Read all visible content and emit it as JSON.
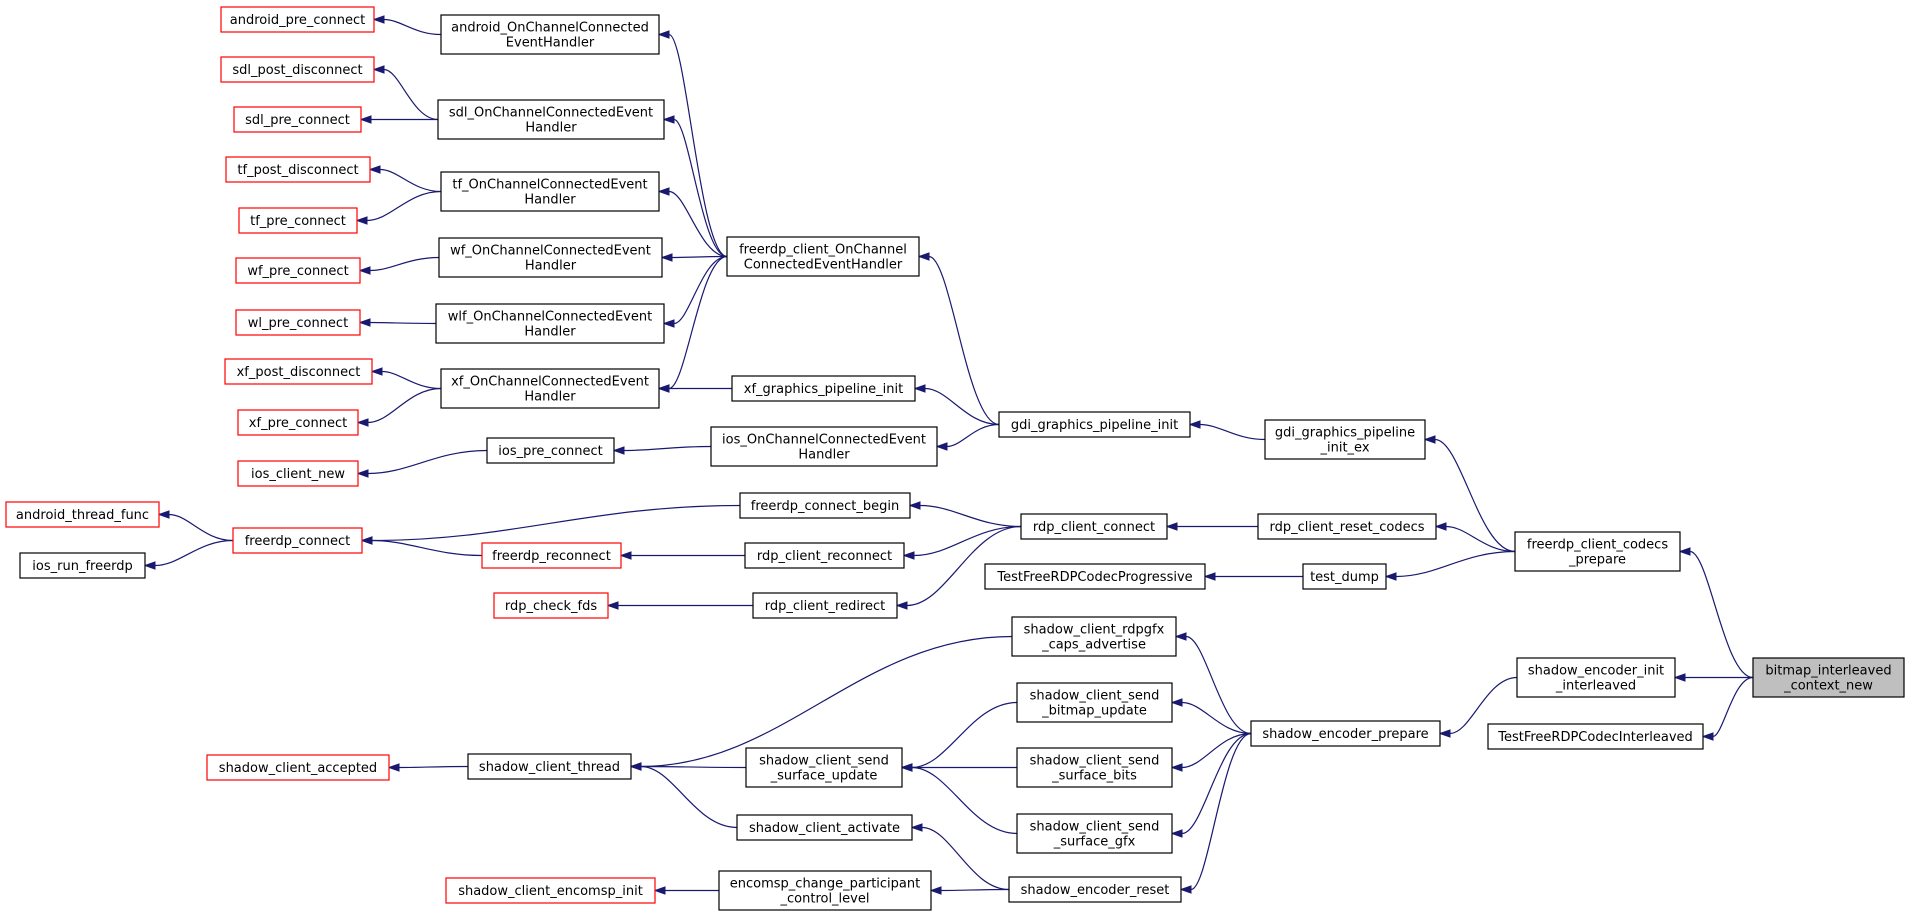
{
  "graph": {
    "root": "bitmap_interleaved_context_new",
    "colors": {
      "edge": "#191970",
      "truncated_border": "#ff0000",
      "root_fill": "#bfbfbf"
    },
    "nodes": [
      {
        "id": "bitmap_interleaved_context_new",
        "lines": [
          "bitmap_interleaved",
          "_context_new"
        ],
        "style": "root"
      },
      {
        "id": "freerdp_client_codecs_prepare",
        "lines": [
          "freerdp_client_codecs",
          "_prepare"
        ],
        "style": "normal"
      },
      {
        "id": "shadow_encoder_init_interleaved",
        "lines": [
          "shadow_encoder_init",
          "_interleaved"
        ],
        "style": "normal"
      },
      {
        "id": "TestFreeRDPCodecInterleaved",
        "lines": [
          "TestFreeRDPCodecInterleaved"
        ],
        "style": "normal"
      },
      {
        "id": "gdi_graphics_pipeline_init_ex",
        "lines": [
          "gdi_graphics_pipeline",
          "_init_ex"
        ],
        "style": "normal"
      },
      {
        "id": "rdp_client_reset_codecs",
        "lines": [
          "rdp_client_reset_codecs"
        ],
        "style": "normal"
      },
      {
        "id": "test_dump",
        "lines": [
          "test_dump"
        ],
        "style": "normal"
      },
      {
        "id": "TestFreeRDPCodecProgressive",
        "lines": [
          "TestFreeRDPCodecProgressive"
        ],
        "style": "normal"
      },
      {
        "id": "gdi_graphics_pipeline_init",
        "lines": [
          "gdi_graphics_pipeline_init"
        ],
        "style": "normal"
      },
      {
        "id": "freerdp_client_OnChannelConnectedEventHandler",
        "lines": [
          "freerdp_client_OnChannel",
          "ConnectedEventHandler"
        ],
        "style": "normal"
      },
      {
        "id": "xf_graphics_pipeline_init",
        "lines": [
          "xf_graphics_pipeline_init"
        ],
        "style": "normal"
      },
      {
        "id": "ios_OnChannelConnectedEventHandler",
        "lines": [
          "ios_OnChannelConnectedEvent",
          "Handler"
        ],
        "style": "normal"
      },
      {
        "id": "rdp_client_connect",
        "lines": [
          "rdp_client_connect"
        ],
        "style": "normal"
      },
      {
        "id": "freerdp_connect_begin",
        "lines": [
          "freerdp_connect_begin"
        ],
        "style": "normal"
      },
      {
        "id": "rdp_client_reconnect",
        "lines": [
          "rdp_client_reconnect"
        ],
        "style": "normal"
      },
      {
        "id": "rdp_client_redirect",
        "lines": [
          "rdp_client_redirect"
        ],
        "style": "normal"
      },
      {
        "id": "android_OnChannelConnectedEventHandler",
        "lines": [
          "android_OnChannelConnected",
          "EventHandler"
        ],
        "style": "normal"
      },
      {
        "id": "sdl_OnChannelConnectedEventHandler",
        "lines": [
          "sdl_OnChannelConnectedEvent",
          "Handler"
        ],
        "style": "normal"
      },
      {
        "id": "tf_OnChannelConnectedEventHandler",
        "lines": [
          "tf_OnChannelConnectedEvent",
          "Handler"
        ],
        "style": "normal"
      },
      {
        "id": "wf_OnChannelConnectedEventHandler",
        "lines": [
          "wf_OnChannelConnectedEvent",
          "Handler"
        ],
        "style": "normal"
      },
      {
        "id": "wlf_OnChannelConnectedEventHandler",
        "lines": [
          "wlf_OnChannelConnectedEvent",
          "Handler"
        ],
        "style": "normal"
      },
      {
        "id": "xf_OnChannelConnectedEventHandler",
        "lines": [
          "xf_OnChannelConnectedEvent",
          "Handler"
        ],
        "style": "normal"
      },
      {
        "id": "ios_pre_connect",
        "lines": [
          "ios_pre_connect"
        ],
        "style": "normal"
      },
      {
        "id": "freerdp_connect",
        "lines": [
          "freerdp_connect"
        ],
        "style": "truncated"
      },
      {
        "id": "freerdp_reconnect",
        "lines": [
          "freerdp_reconnect"
        ],
        "style": "truncated"
      },
      {
        "id": "rdp_check_fds",
        "lines": [
          "rdp_check_fds"
        ],
        "style": "truncated"
      },
      {
        "id": "android_pre_connect",
        "lines": [
          "android_pre_connect"
        ],
        "style": "truncated"
      },
      {
        "id": "sdl_post_disconnect",
        "lines": [
          "sdl_post_disconnect"
        ],
        "style": "truncated"
      },
      {
        "id": "sdl_pre_connect",
        "lines": [
          "sdl_pre_connect"
        ],
        "style": "truncated"
      },
      {
        "id": "tf_post_disconnect",
        "lines": [
          "tf_post_disconnect"
        ],
        "style": "truncated"
      },
      {
        "id": "tf_pre_connect",
        "lines": [
          "tf_pre_connect"
        ],
        "style": "truncated"
      },
      {
        "id": "wf_pre_connect",
        "lines": [
          "wf_pre_connect"
        ],
        "style": "truncated"
      },
      {
        "id": "wl_pre_connect",
        "lines": [
          "wl_pre_connect"
        ],
        "style": "truncated"
      },
      {
        "id": "xf_post_disconnect",
        "lines": [
          "xf_post_disconnect"
        ],
        "style": "truncated"
      },
      {
        "id": "xf_pre_connect",
        "lines": [
          "xf_pre_connect"
        ],
        "style": "truncated"
      },
      {
        "id": "ios_client_new",
        "lines": [
          "ios_client_new"
        ],
        "style": "truncated"
      },
      {
        "id": "android_thread_func",
        "lines": [
          "android_thread_func"
        ],
        "style": "truncated"
      },
      {
        "id": "ios_run_freerdp",
        "lines": [
          "ios_run_freerdp"
        ],
        "style": "normal"
      },
      {
        "id": "shadow_encoder_prepare",
        "lines": [
          "shadow_encoder_prepare"
        ],
        "style": "normal"
      },
      {
        "id": "shadow_client_rdpgfx_caps_advertise",
        "lines": [
          "shadow_client_rdpgfx",
          "_caps_advertise"
        ],
        "style": "normal"
      },
      {
        "id": "shadow_client_send_bitmap_update",
        "lines": [
          "shadow_client_send",
          "_bitmap_update"
        ],
        "style": "normal"
      },
      {
        "id": "shadow_client_send_surface_bits",
        "lines": [
          "shadow_client_send",
          "_surface_bits"
        ],
        "style": "normal"
      },
      {
        "id": "shadow_client_send_surface_gfx",
        "lines": [
          "shadow_client_send",
          "_surface_gfx"
        ],
        "style": "normal"
      },
      {
        "id": "shadow_encoder_reset",
        "lines": [
          "shadow_encoder_reset"
        ],
        "style": "normal"
      },
      {
        "id": "shadow_client_thread",
        "lines": [
          "shadow_client_thread"
        ],
        "style": "normal"
      },
      {
        "id": "shadow_client_send_surface_update",
        "lines": [
          "shadow_client_send",
          "_surface_update"
        ],
        "style": "normal"
      },
      {
        "id": "shadow_client_activate",
        "lines": [
          "shadow_client_activate"
        ],
        "style": "normal"
      },
      {
        "id": "encomsp_change_participant_control_level",
        "lines": [
          "encomsp_change_participant",
          "_control_level"
        ],
        "style": "normal"
      },
      {
        "id": "shadow_client_accepted",
        "lines": [
          "shadow_client_accepted"
        ],
        "style": "truncated"
      },
      {
        "id": "shadow_client_encomsp_init",
        "lines": [
          "shadow_client_encomsp_init"
        ],
        "style": "truncated"
      }
    ],
    "edges": [
      [
        "freerdp_client_codecs_prepare",
        "bitmap_interleaved_context_new"
      ],
      [
        "shadow_encoder_init_interleaved",
        "bitmap_interleaved_context_new"
      ],
      [
        "TestFreeRDPCodecInterleaved",
        "bitmap_interleaved_context_new"
      ],
      [
        "gdi_graphics_pipeline_init_ex",
        "freerdp_client_codecs_prepare"
      ],
      [
        "rdp_client_reset_codecs",
        "freerdp_client_codecs_prepare"
      ],
      [
        "test_dump",
        "freerdp_client_codecs_prepare"
      ],
      [
        "gdi_graphics_pipeline_init",
        "gdi_graphics_pipeline_init_ex"
      ],
      [
        "freerdp_client_OnChannelConnectedEventHandler",
        "gdi_graphics_pipeline_init"
      ],
      [
        "xf_graphics_pipeline_init",
        "gdi_graphics_pipeline_init"
      ],
      [
        "ios_OnChannelConnectedEventHandler",
        "gdi_graphics_pipeline_init"
      ],
      [
        "android_OnChannelConnectedEventHandler",
        "freerdp_client_OnChannelConnectedEventHandler"
      ],
      [
        "sdl_OnChannelConnectedEventHandler",
        "freerdp_client_OnChannelConnectedEventHandler"
      ],
      [
        "tf_OnChannelConnectedEventHandler",
        "freerdp_client_OnChannelConnectedEventHandler"
      ],
      [
        "wf_OnChannelConnectedEventHandler",
        "freerdp_client_OnChannelConnectedEventHandler"
      ],
      [
        "wlf_OnChannelConnectedEventHandler",
        "freerdp_client_OnChannelConnectedEventHandler"
      ],
      [
        "xf_OnChannelConnectedEventHandler",
        "freerdp_client_OnChannelConnectedEventHandler"
      ],
      [
        "android_pre_connect",
        "android_OnChannelConnectedEventHandler"
      ],
      [
        "sdl_post_disconnect",
        "sdl_OnChannelConnectedEventHandler"
      ],
      [
        "sdl_pre_connect",
        "sdl_OnChannelConnectedEventHandler"
      ],
      [
        "tf_post_disconnect",
        "tf_OnChannelConnectedEventHandler"
      ],
      [
        "tf_pre_connect",
        "tf_OnChannelConnectedEventHandler"
      ],
      [
        "wf_pre_connect",
        "wf_OnChannelConnectedEventHandler"
      ],
      [
        "wl_pre_connect",
        "wlf_OnChannelConnectedEventHandler"
      ],
      [
        "xf_post_disconnect",
        "xf_OnChannelConnectedEventHandler"
      ],
      [
        "xf_pre_connect",
        "xf_OnChannelConnectedEventHandler"
      ],
      [
        "xf_OnChannelConnectedEventHandler",
        "xf_graphics_pipeline_init"
      ],
      [
        "ios_pre_connect",
        "ios_OnChannelConnectedEventHandler"
      ],
      [
        "ios_client_new",
        "ios_pre_connect"
      ],
      [
        "rdp_client_connect",
        "rdp_client_reset_codecs"
      ],
      [
        "freerdp_connect_begin",
        "rdp_client_connect"
      ],
      [
        "rdp_client_reconnect",
        "rdp_client_connect"
      ],
      [
        "rdp_client_redirect",
        "rdp_client_connect"
      ],
      [
        "freerdp_connect",
        "freerdp_connect_begin"
      ],
      [
        "freerdp_reconnect",
        "rdp_client_reconnect"
      ],
      [
        "rdp_check_fds",
        "rdp_client_redirect"
      ],
      [
        "freerdp_connect",
        "freerdp_reconnect"
      ],
      [
        "android_thread_func",
        "freerdp_connect"
      ],
      [
        "ios_run_freerdp",
        "freerdp_connect"
      ],
      [
        "TestFreeRDPCodecProgressive",
        "test_dump"
      ],
      [
        "shadow_encoder_prepare",
        "shadow_encoder_init_interleaved"
      ],
      [
        "shadow_client_rdpgfx_caps_advertise",
        "shadow_encoder_prepare"
      ],
      [
        "shadow_client_send_bitmap_update",
        "shadow_encoder_prepare"
      ],
      [
        "shadow_client_send_surface_bits",
        "shadow_encoder_prepare"
      ],
      [
        "shadow_client_send_surface_gfx",
        "shadow_encoder_prepare"
      ],
      [
        "shadow_encoder_reset",
        "shadow_encoder_prepare"
      ],
      [
        "shadow_client_thread",
        "shadow_client_rdpgfx_caps_advertise"
      ],
      [
        "shadow_client_send_surface_update",
        "shadow_client_send_bitmap_update"
      ],
      [
        "shadow_client_send_surface_update",
        "shadow_client_send_surface_bits"
      ],
      [
        "shadow_client_send_surface_update",
        "shadow_client_send_surface_gfx"
      ],
      [
        "shadow_client_thread",
        "shadow_client_send_surface_update"
      ],
      [
        "shadow_client_thread",
        "shadow_client_activate"
      ],
      [
        "shadow_client_activate",
        "shadow_encoder_reset"
      ],
      [
        "encomsp_change_participant_control_level",
        "shadow_encoder_reset"
      ],
      [
        "shadow_client_accepted",
        "shadow_client_thread"
      ],
      [
        "shadow_client_encomsp_init",
        "encomsp_change_participant_control_level"
      ]
    ]
  }
}
